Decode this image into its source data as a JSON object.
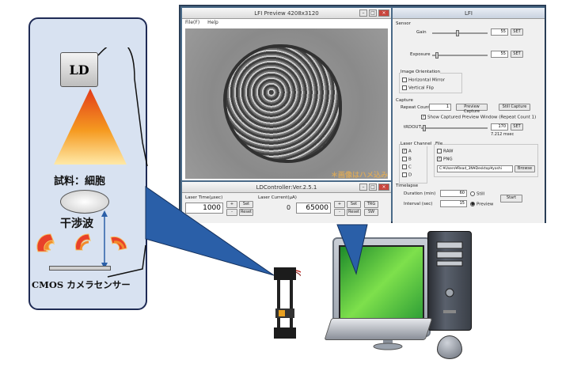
{
  "diagram": {
    "ld_label": "LD",
    "sample_label": "試料：細胞",
    "interference_label": "干渉波",
    "cmos_label": "CMOS カメラセンサー"
  },
  "preview_window": {
    "title": "LFI Preview 4208x3120",
    "menu": [
      "File(F)",
      "Help"
    ]
  },
  "ld_controller": {
    "title": "LDController:Ver.2.5.1",
    "laser_time_label": "Laser Time(μsec)",
    "laser_time_value": "1000",
    "laser_current_label": "Laser Current(μA)",
    "laser_current_zero": "0",
    "laser_current_value": "65000",
    "plus": "+",
    "minus": "-",
    "set": "Set",
    "reset": "Reset",
    "trg": "TRG",
    "sw": "SW"
  },
  "lfi_window": {
    "title": "LFI",
    "sensor_label": "Sensor",
    "gain_label": "Gain",
    "gain_value": "55",
    "exposure_label": "Exposure",
    "exposure_value": "55",
    "set": "SET",
    "orientation_label": "Image Orientation",
    "horizontal_mirror": "Horizontal Mirror",
    "vertical_flip": "Vertical Flip",
    "capture_label": "Capture",
    "repeat_count_label": "Repeat Count",
    "repeat_count_value": "1",
    "preview_capture": "Preview Capture",
    "still_capture": "Still Capture",
    "show_captured": "Show Captured Preview Window (Repeat Count 1)",
    "trdout_label": "tRDOUT:",
    "trdout_value": "170",
    "trdout_ms": "7.212 msec",
    "laser_channel_label": "Laser Channel",
    "channels": [
      "A",
      "B",
      "C",
      "D"
    ],
    "file_label": "File",
    "raw": "RAW",
    "png": "PNG",
    "path_value": "C:¥Users¥Read_3N¥Desktop¥yoshi",
    "browse": "Browse",
    "timelapse_label": "Timelapse",
    "duration_label": "Duration (min)",
    "duration_value": "60",
    "interval_label": "Interval (sec)",
    "interval_value": "15",
    "still": "Still",
    "preview": "Preview",
    "start": "Start"
  },
  "watermark": "＊画像はハメ込み",
  "colors": {
    "accent_blue": "#2a5fa8",
    "frame_blue": "#4a6a88",
    "beam_orange": "#f59a20"
  }
}
